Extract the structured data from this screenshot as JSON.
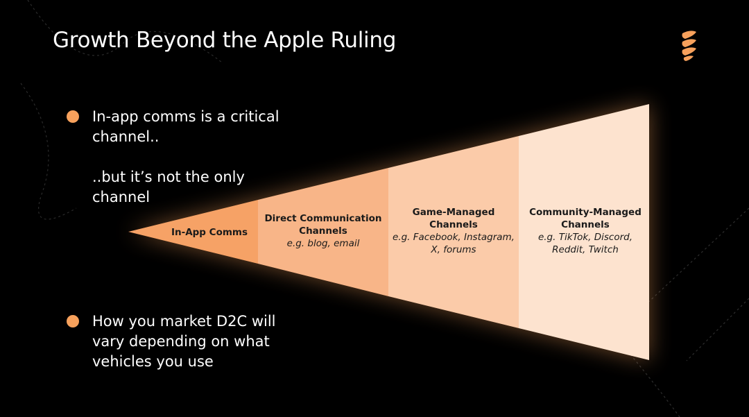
{
  "slide": {
    "title": "Growth Beyond the Apple Ruling",
    "bullets": [
      "In-app comms is a critical channel..",
      "How you market D2C will vary depending on what vehicles you use"
    ],
    "sub_text": "..but it’s not the only channel"
  },
  "funnel": {
    "segments": [
      {
        "name": "In-App Comms",
        "example": "",
        "color": "#f6a266"
      },
      {
        "name": "Direct Communication Channels",
        "example": "e.g. blog, email",
        "color": "#f8b588"
      },
      {
        "name": "Game-Managed Channels",
        "example": "e.g. Facebook, Instagram, X, forums",
        "color": "#fbcba9"
      },
      {
        "name": "Community-Managed Channels",
        "example": "e.g. TikTok, Discord, Reddit, Twitch",
        "color": "#fde3cf"
      }
    ]
  },
  "colors": {
    "background": "#000000",
    "accent": "#f7a15c"
  }
}
